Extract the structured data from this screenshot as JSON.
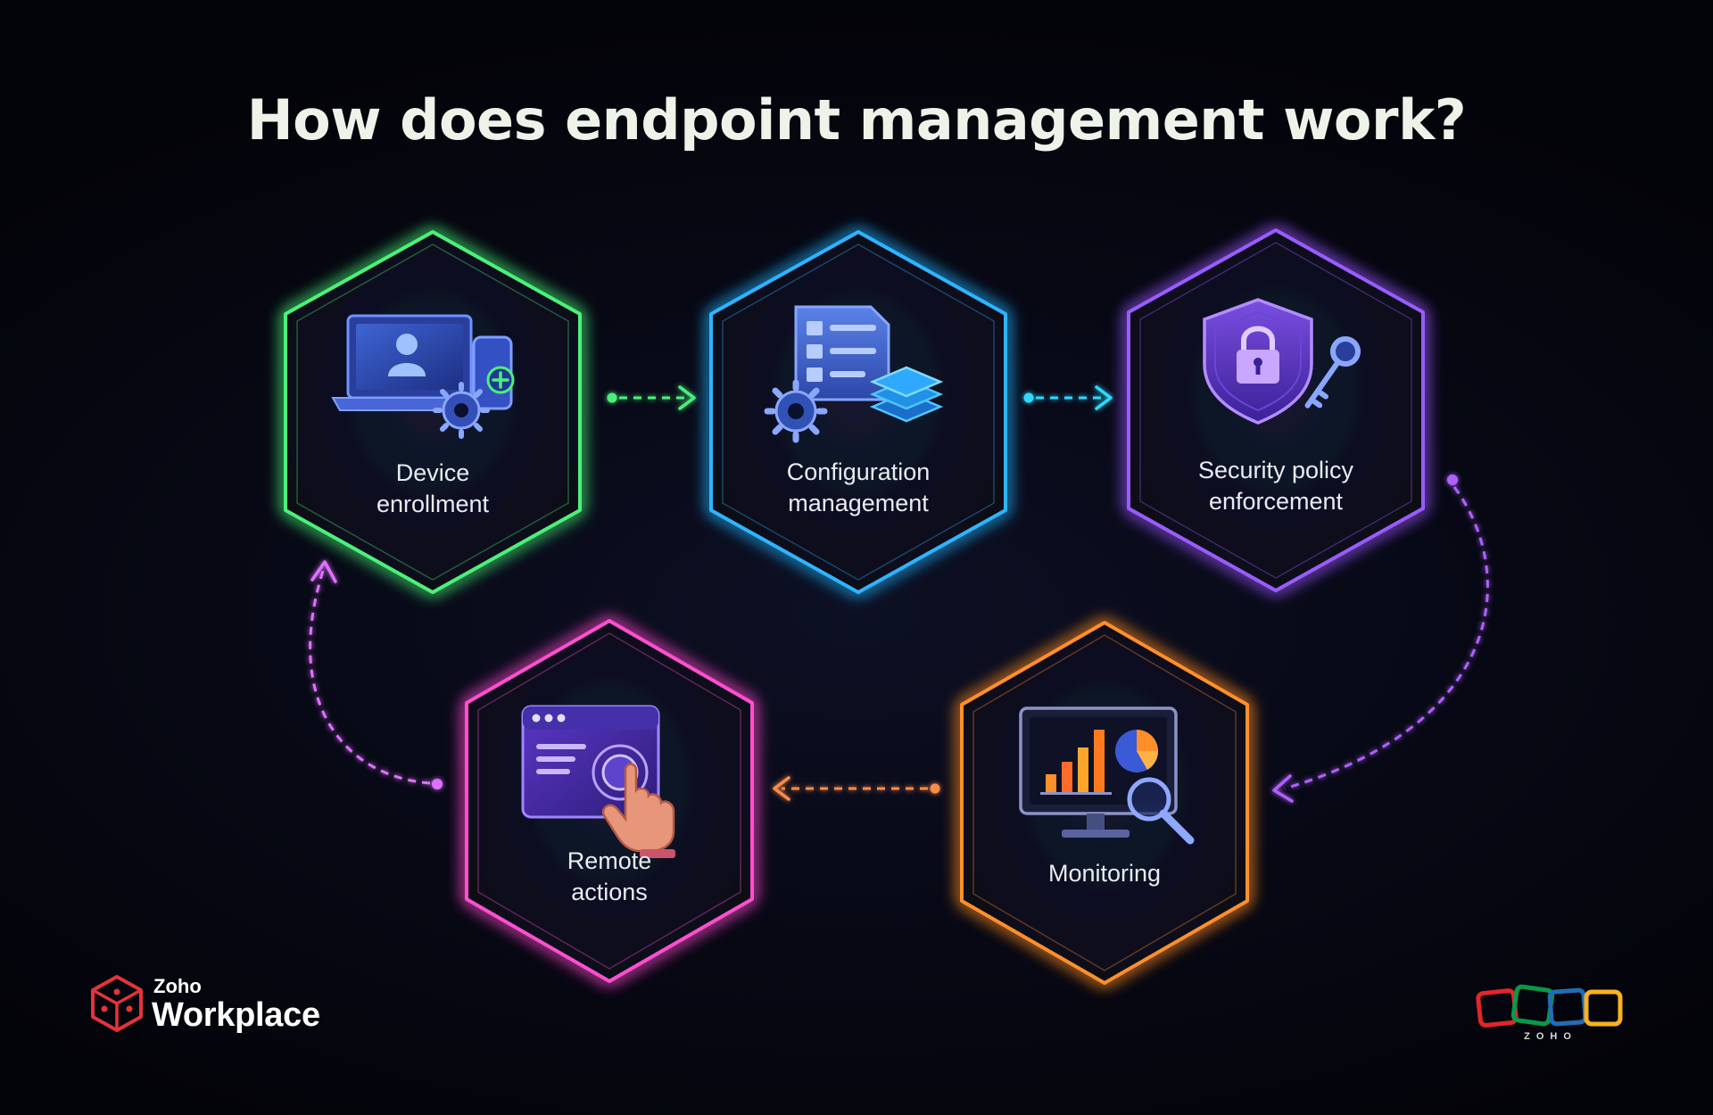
{
  "title": "How does endpoint management work?",
  "steps": [
    {
      "id": "device-enrollment",
      "lines": [
        "Device",
        "enrollment"
      ],
      "color": "#4cf07a",
      "icon": "laptop-phone-gear-icon"
    },
    {
      "id": "configuration-management",
      "lines": [
        "Configuration",
        "management"
      ],
      "color": "#2fb4ff",
      "icon": "document-gear-layers-icon"
    },
    {
      "id": "security-policy-enforcement",
      "lines": [
        "Security policy",
        "enforcement"
      ],
      "color": "#9a5bff",
      "icon": "shield-lock-key-icon"
    },
    {
      "id": "monitoring",
      "lines": [
        "Monitoring"
      ],
      "color": "#ff8f2a",
      "icon": "monitor-chart-magnifier-icon"
    },
    {
      "id": "remote-actions",
      "lines": [
        "Remote",
        "actions"
      ],
      "color": "#ff4fd0",
      "icon": "window-pointer-hand-icon"
    }
  ],
  "flow": [
    {
      "from": "device-enrollment",
      "to": "configuration-management",
      "color": "#4cf07a"
    },
    {
      "from": "configuration-management",
      "to": "security-policy-enforcement",
      "color": "#2fd8ff"
    },
    {
      "from": "security-policy-enforcement",
      "to": "monitoring",
      "color": "#b060ff"
    },
    {
      "from": "monitoring",
      "to": "remote-actions",
      "color": "#ff8a4a"
    },
    {
      "from": "remote-actions",
      "to": "device-enrollment",
      "color": "#e070ff"
    }
  ],
  "branding": {
    "left_small": "Zoho",
    "left_large": "Workplace",
    "right_word": "ZOHO",
    "logo_colors": [
      "#e42527",
      "#089949",
      "#226db4",
      "#f9b21d"
    ]
  }
}
